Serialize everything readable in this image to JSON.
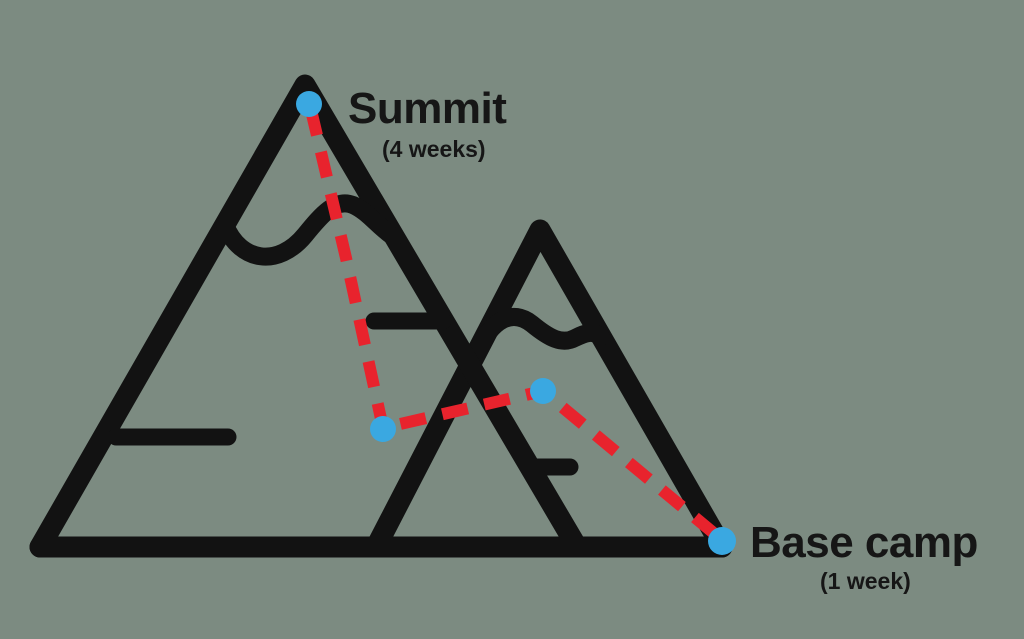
{
  "colors": {
    "background": "#7c8b81",
    "mountain": "#121212",
    "route": "#e8232d",
    "waypoint": "#3aa8e1",
    "text": "#161616"
  },
  "labels": {
    "summit": {
      "title": "Summit",
      "duration": "(4 weeks)"
    },
    "basecamp": {
      "title": "Base camp",
      "duration": "(1 week)"
    }
  },
  "waypoints": [
    {
      "name": "summit"
    },
    {
      "name": "camp-on-large-mountain"
    },
    {
      "name": "camp-on-small-mountain"
    },
    {
      "name": "base-camp"
    }
  ]
}
